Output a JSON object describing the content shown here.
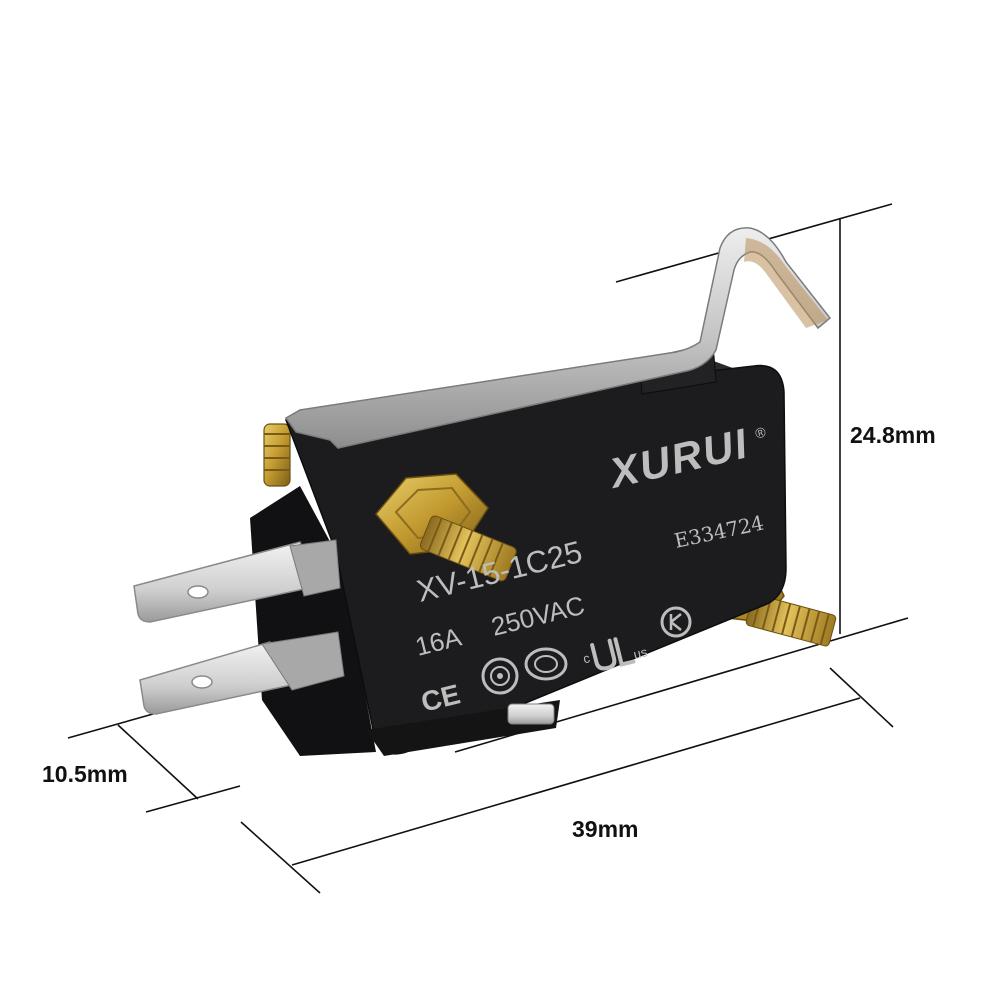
{
  "dimensions": {
    "height": "24.8mm",
    "depth": "10.5mm",
    "width": "39mm"
  },
  "product": {
    "brand": "XURUI",
    "registered_mark": "®",
    "model": "XV-15-1C25",
    "rating_current": "16A",
    "rating_voltage": "250VAC",
    "cert_code": "E334724",
    "mark_ce": "CE",
    "mark_ul": "us",
    "mark_ul_c": "c"
  },
  "colors": {
    "body": "#1c1c1e",
    "print": "#bdbdbd",
    "lever": "#c9c9c9",
    "brass": "#c9a33a",
    "background": "#ffffff",
    "dimension_line": "#111111"
  }
}
